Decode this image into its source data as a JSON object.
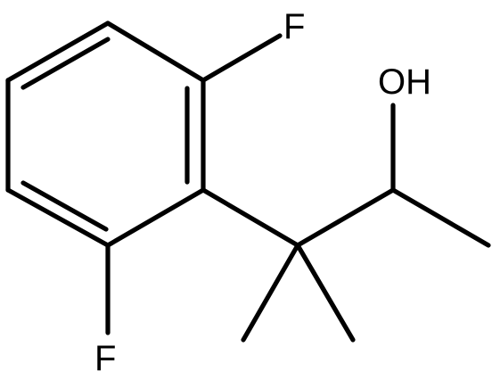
{
  "molecule": {
    "labels": {
      "fluorine_top": "F",
      "fluorine_bottom": "F",
      "hydroxyl": "OH"
    },
    "bond_color": "#000000",
    "background": "#ffffff"
  }
}
